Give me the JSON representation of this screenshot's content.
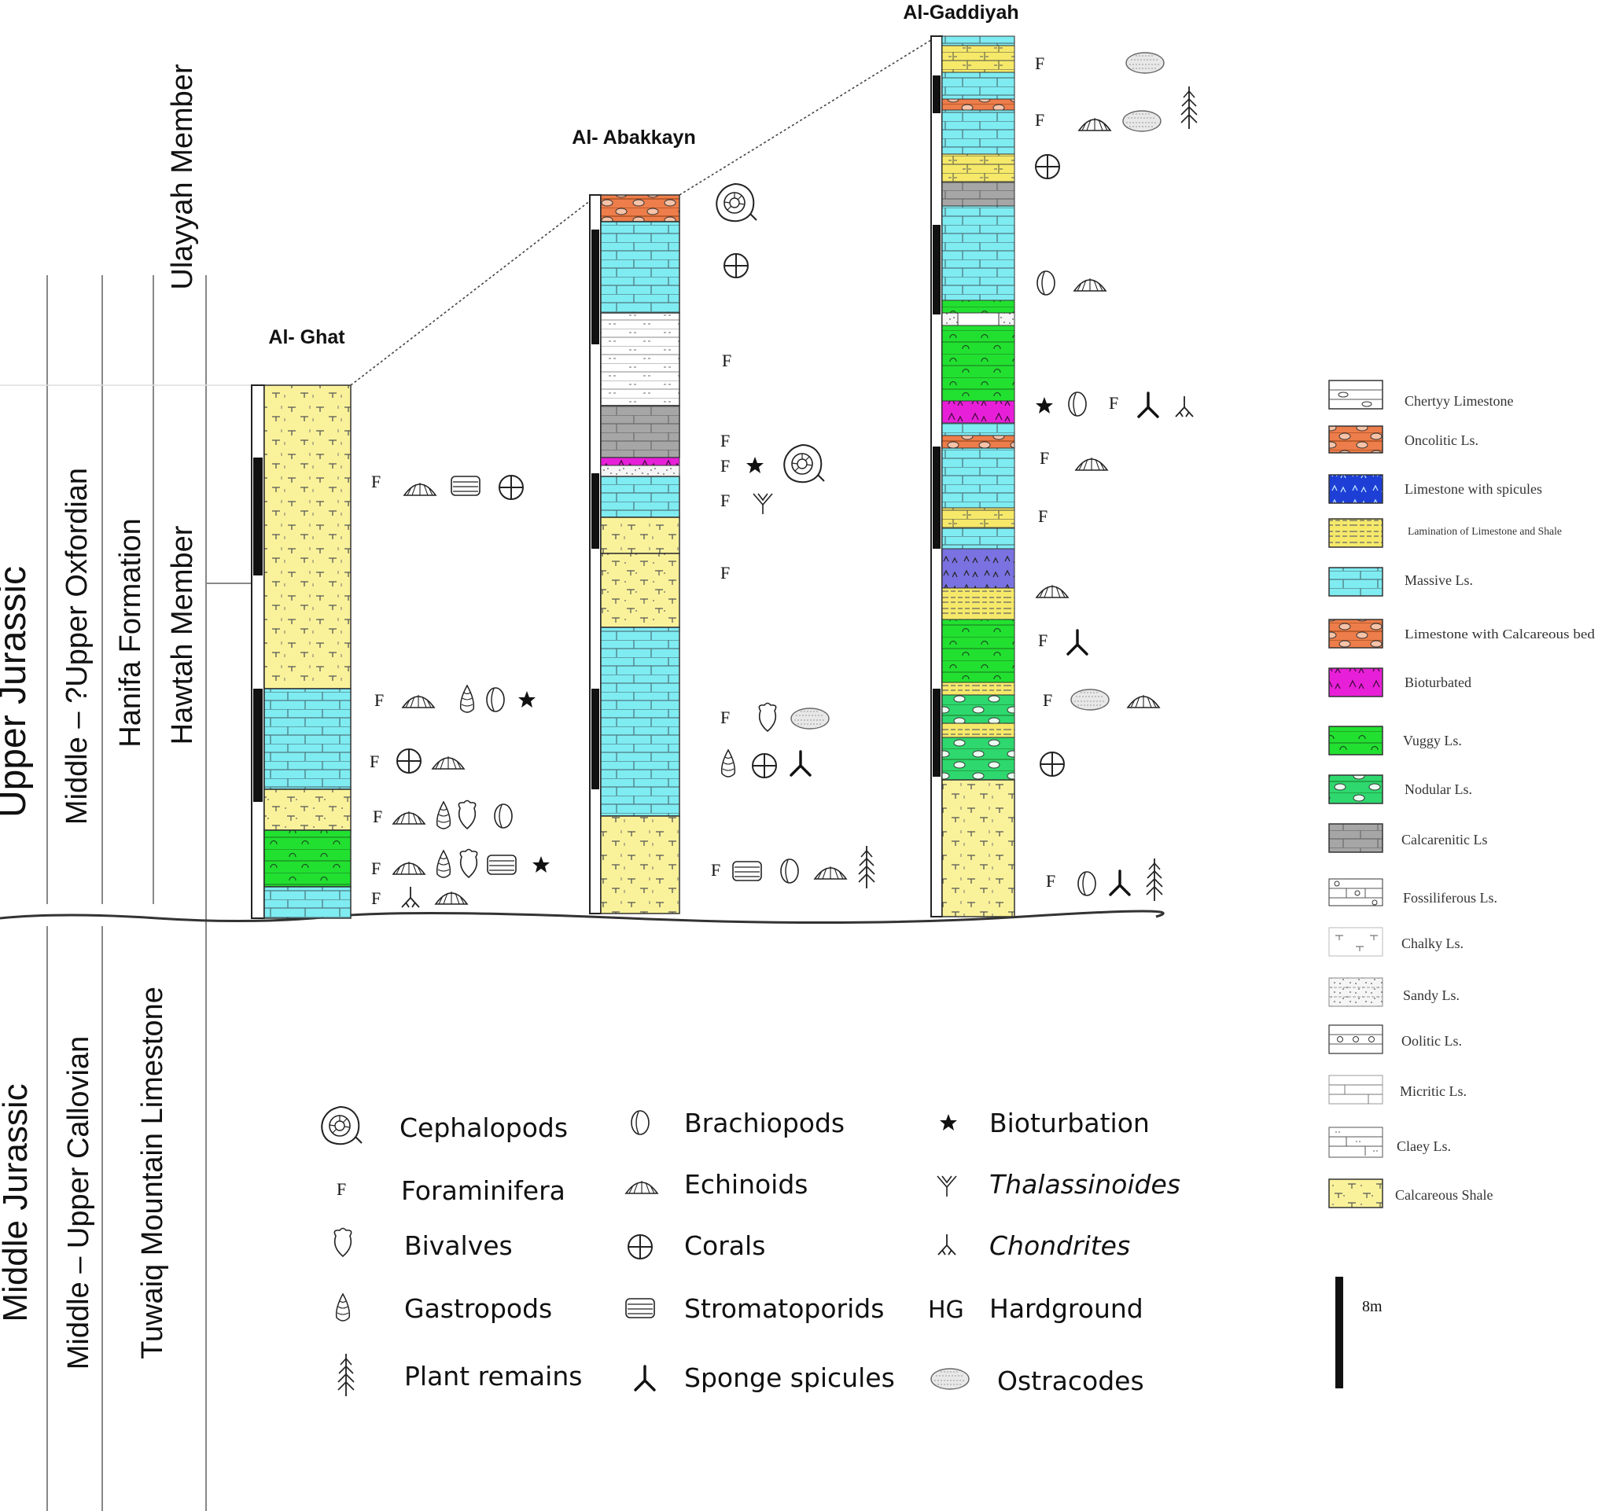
{
  "strat": {
    "col1": [
      {
        "label": "Upper Jurassic"
      },
      {
        "label": "Middle Jurassic"
      }
    ],
    "col2": [
      {
        "label": "Middle – ?Upper Oxfordian"
      },
      {
        "label": "Middle – Upper Callovian"
      }
    ],
    "col3": [
      {
        "label": "Hanifa Formation"
      },
      {
        "label": "Tuwaiq Mountain Limestone"
      }
    ],
    "col4": [
      {
        "label": "Ulayyah Member"
      },
      {
        "label": "Hawtah Member"
      }
    ]
  },
  "sections": [
    {
      "name": "Al- Ghat"
    },
    {
      "name": "Al- Abakkayn"
    },
    {
      "name": "Al-Gaddiyah"
    }
  ],
  "fossil_legend": {
    "items": [
      {
        "symbol": "ammonite",
        "label": "Cephalopods",
        "italic": false
      },
      {
        "symbol": "F",
        "label": "Foraminifera",
        "italic": false
      },
      {
        "symbol": "bivalve",
        "label": "Bivalves",
        "italic": false
      },
      {
        "symbol": "gastropod",
        "label": "Gastropods",
        "italic": false
      },
      {
        "symbol": "plant",
        "label": "Plant remains",
        "italic": false
      },
      {
        "symbol": "brachiopod",
        "label": "Brachiopods",
        "italic": false
      },
      {
        "symbol": "echinoid",
        "label": "Echinoids",
        "italic": false
      },
      {
        "symbol": "coral",
        "label": "Corals",
        "italic": false
      },
      {
        "symbol": "stromatoporid",
        "label": "Stromatoporids",
        "italic": false
      },
      {
        "symbol": "sponge",
        "label": "Sponge spicules",
        "italic": false
      },
      {
        "symbol": "star",
        "label": "Bioturbation",
        "italic": false
      },
      {
        "symbol": "thalassinoides",
        "label": "Thalassinoides",
        "italic": true
      },
      {
        "symbol": "chondrites",
        "label": "Chondrites",
        "italic": true
      },
      {
        "symbol": "HG",
        "label": "Hardground",
        "italic": false
      },
      {
        "symbol": "ostracode",
        "label": "Ostracodes",
        "italic": false
      }
    ]
  },
  "lithology_legend": {
    "items": [
      {
        "label": "Chertyy Limestone",
        "color": "#ffffff"
      },
      {
        "label": "Oncolitic Ls.",
        "color": "#ed7d4a"
      },
      {
        "label": "Limestone with spicules",
        "color": "#1e3fd6"
      },
      {
        "label": "Lamination of Limestone and Shale",
        "color": "#f6e96a"
      },
      {
        "label": "Massive Ls.",
        "color": "#7fecf2"
      },
      {
        "label": "Limestone with Calcareous bed",
        "color": "#ee8a5a"
      },
      {
        "label": "Bioturbated",
        "color": "#e81fd8"
      },
      {
        "label": "Vuggy Ls.",
        "color": "#22e030"
      },
      {
        "label": "Nodular Ls.",
        "color": "#2ed86e"
      },
      {
        "label": "Calcarenitic Ls",
        "color": "#a6a6a6"
      },
      {
        "label": "Fossiliferous Ls.",
        "color": "#ffffff"
      },
      {
        "label": "Chalky Ls.",
        "color": "#ffffff"
      },
      {
        "label": "Sandy Ls.",
        "color": "#ffffff"
      },
      {
        "label": "Oolitic Ls.",
        "color": "#ffffff"
      },
      {
        "label": "Micritic Ls.",
        "color": "#ffffff"
      },
      {
        "label": "Claey Ls.",
        "color": "#ffffff"
      },
      {
        "label": "Calcareous Shale",
        "color": "#faf29a"
      }
    ]
  },
  "scale_bar": {
    "label": "8m"
  },
  "symbol_letters": {
    "foram": "F",
    "hardground": "HG"
  }
}
